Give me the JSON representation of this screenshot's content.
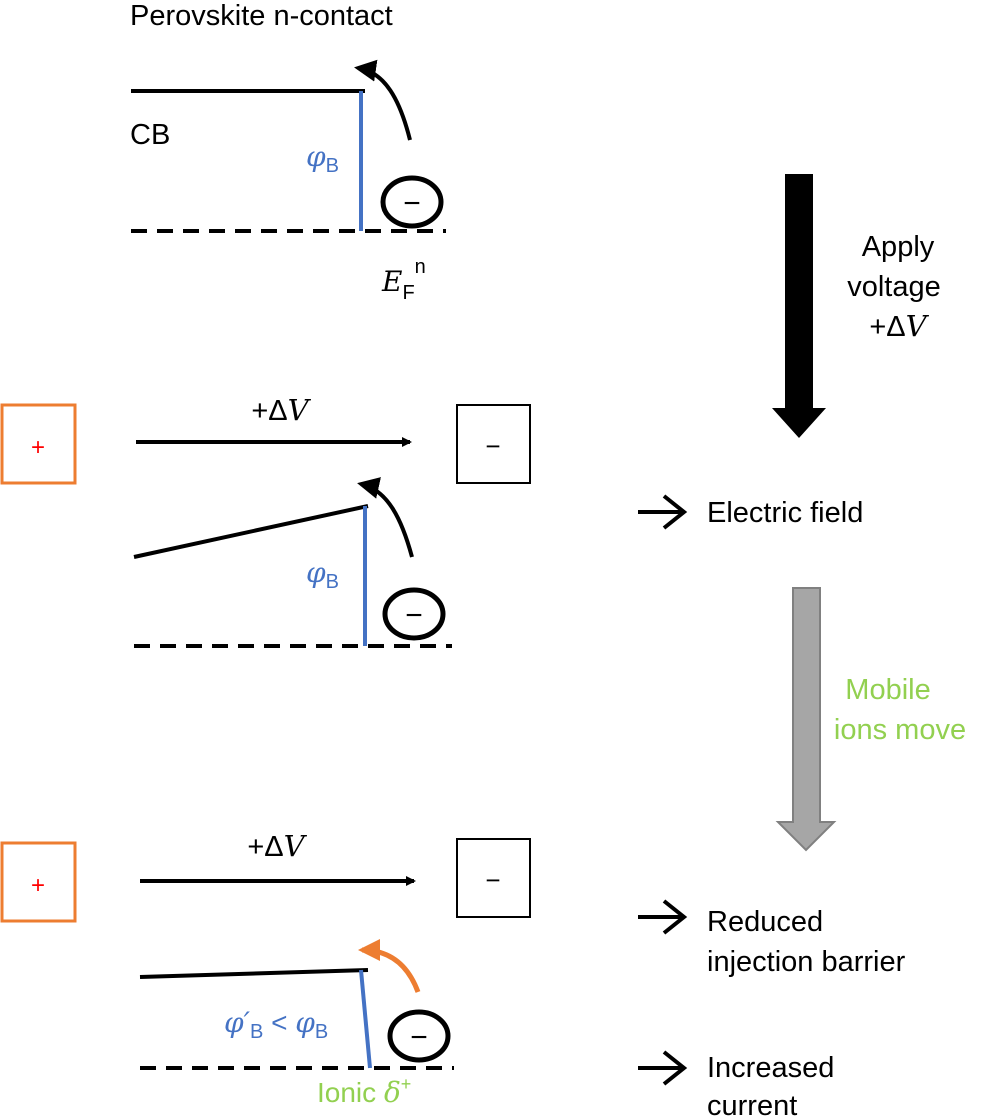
{
  "title": "Perovskite n-contact",
  "labels": {
    "cb": "CB",
    "fermi_main": "E",
    "fermi_sub": "F",
    "fermi_sup": "n",
    "phi": "φ",
    "phi_sub": "B",
    "phi_prime": "φ′",
    "less_than": " < ",
    "electron_sign": "−",
    "plus_sign": "+",
    "minus_sign": "−",
    "delta_v": "+ΔV",
    "delta_v_prefix": "+Δ",
    "delta_v_var": "V",
    "ionic": "Ionic ",
    "delta": "δ",
    "delta_sup": "+"
  },
  "flow": {
    "apply_voltage": [
      "Apply",
      "voltage",
      "+ΔV"
    ],
    "mobile_ions": [
      "Mobile",
      "ions move"
    ],
    "results": {
      "electric_field": "Electric field",
      "reduced_barrier": [
        "Reduced",
        "injection barrier"
      ],
      "increased_current": [
        "Increased",
        "current"
      ]
    }
  },
  "colors": {
    "barrier_line": "#4472C4",
    "orange": "#ED7D31",
    "red_plus": "#FF0000",
    "green_text": "#92D050",
    "gray_arrow": "#A6A6A6"
  }
}
